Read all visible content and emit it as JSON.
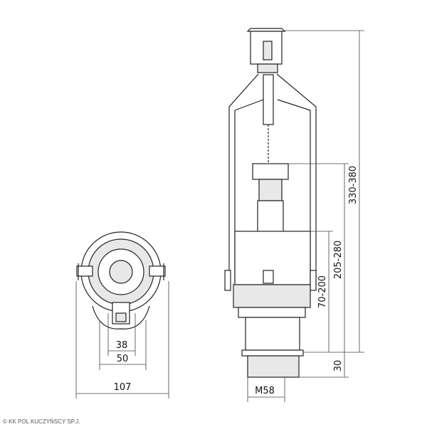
{
  "dimensions": {
    "top_view_inner": "38",
    "top_view_mid": "50",
    "top_view_outer": "107",
    "overall_height": "330-380",
    "overflow_height": "205-280",
    "float_height": "70-200",
    "thread_height": "30",
    "thread_size": "M58"
  },
  "watermark": "© KK POL KUCZYŃSCY SP.J."
}
